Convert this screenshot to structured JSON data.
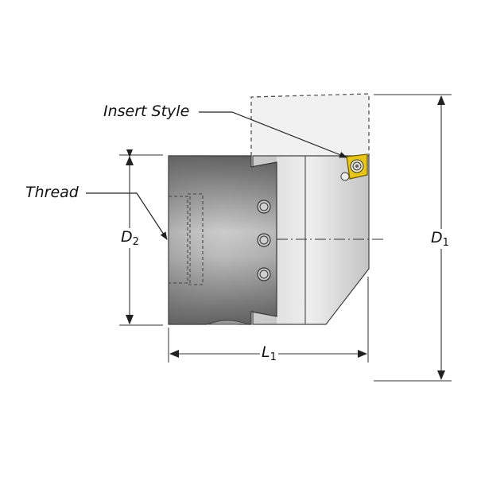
{
  "diagram": {
    "title": "Boring head / adapter dimensional drawing",
    "labels": {
      "insert_style": "Insert Style",
      "thread": "Thread"
    },
    "dimensions": {
      "d1": {
        "symbol": "D",
        "subscript": "1"
      },
      "d2": {
        "symbol": "D",
        "subscript": "2"
      },
      "l1": {
        "symbol": "L",
        "subscript": "1"
      }
    },
    "colors": {
      "body_dark": "#6b6b6b",
      "body_light": "#d9d9d9",
      "insert_yellow": "#e8c51a",
      "line": "#333333",
      "phantom_fill": "#f0f0f0"
    },
    "screw_count": 3
  }
}
